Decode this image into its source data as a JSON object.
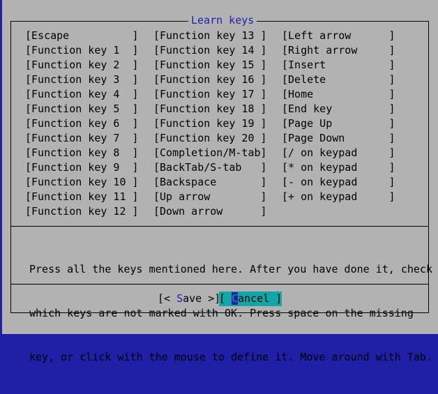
{
  "dialog": {
    "title": "Learn keys"
  },
  "keys": [
    [
      "[Escape          ]",
      "[Function key 13 ]",
      "[Left arrow      ]"
    ],
    [
      "[Function key 1  ]",
      "[Function key 14 ]",
      "[Right arrow     ]"
    ],
    [
      "[Function key 2  ]",
      "[Function key 15 ]",
      "[Insert          ]"
    ],
    [
      "[Function key 3  ]",
      "[Function key 16 ]",
      "[Delete          ]"
    ],
    [
      "[Function key 4  ]",
      "[Function key 17 ]",
      "[Home            ]"
    ],
    [
      "[Function key 5  ]",
      "[Function key 18 ]",
      "[End key         ]"
    ],
    [
      "[Function key 6  ]",
      "[Function key 19 ]",
      "[Page Up         ]"
    ],
    [
      "[Function key 7  ]",
      "[Function key 20 ]",
      "[Page Down       ]"
    ],
    [
      "[Function key 8  ]",
      "[Completion/M-tab]",
      "[/ on keypad     ]"
    ],
    [
      "[Function key 9  ]",
      "[BackTab/S-tab   ]",
      "[* on keypad     ]"
    ],
    [
      "[Function key 10 ]",
      "[Backspace       ]",
      "[- on keypad     ]"
    ],
    [
      "[Function key 11 ]",
      "[Up arrow        ]",
      "[+ on keypad     ]"
    ],
    [
      "[Function key 12 ]",
      "[Down arrow      ]",
      null
    ]
  ],
  "help": [
    "Press all the keys mentioned here. After you have done it, check",
    "which keys are not marked with OK. Press space on the missing",
    "key, or click with the mouse to define it. Move around with Tab."
  ],
  "buttons": {
    "save": {
      "pre": "[< ",
      "hot": "S",
      "post": "ave >]"
    },
    "cancel": {
      "pre": "[ ",
      "hot": "C",
      "post": "ancel ]"
    }
  }
}
